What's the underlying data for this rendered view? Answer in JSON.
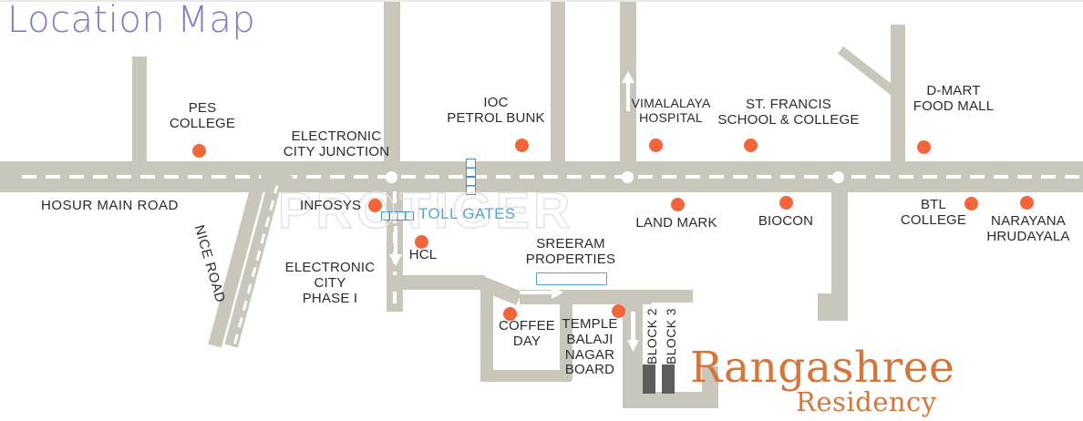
{
  "title": "Location Map",
  "watermark": "PROTIGER",
  "brand": {
    "name": "Rangashree",
    "tagline": "Residency"
  },
  "colors": {
    "title": "#7b7fc0",
    "road": "#c9c7bb",
    "marker": "#f4653c",
    "toll_blue": "#56a3d9",
    "brand_orange": "#d4763c",
    "building": "#5d5d5d",
    "watermark": "#e3e3e6"
  },
  "roads": [
    {
      "name": "hosur-main-road",
      "label": "HOSUR MAIN ROAD"
    },
    {
      "name": "nice-road",
      "label": "NICE ROAD"
    }
  ],
  "places": [
    {
      "id": "pes-college",
      "label": "PES\nCOLLEGE"
    },
    {
      "id": "electronic-city-junction",
      "label": "ELECTRONIC\nCITY JUNCTION"
    },
    {
      "id": "ioc-petrol-bunk",
      "label": "IOC\nPETROL BUNK"
    },
    {
      "id": "vimalalaya-hospital",
      "label": "VIMALALAYA\nHOSPITAL"
    },
    {
      "id": "st-francis",
      "label": "ST. FRANCIS\nSCHOOL & COLLEGE"
    },
    {
      "id": "d-mart-food-mall",
      "label": "D-MART\nFOOD MALL"
    },
    {
      "id": "infosys",
      "label": "INFOSYS"
    },
    {
      "id": "toll-gates",
      "label": "TOLL GATES"
    },
    {
      "id": "land-mark",
      "label": "LAND MARK"
    },
    {
      "id": "biocon",
      "label": "BIOCON"
    },
    {
      "id": "btl-college",
      "label": "BTL\nCOLLEGE"
    },
    {
      "id": "narayana-hrudayala",
      "label": "NARAYANA\nHRUDAYALA"
    },
    {
      "id": "hcl",
      "label": "HCL"
    },
    {
      "id": "electronic-city-phase-1",
      "label": "ELECTRONIC\nCITY\nPHASE I"
    },
    {
      "id": "sreeram-properties",
      "label": "SREERAM\nPROPERTIES"
    },
    {
      "id": "coffee-day",
      "label": "COFFEE\nDAY"
    },
    {
      "id": "temple-balaji",
      "label": "TEMPLE\nBALAJI\nNAGAR\nBOARD"
    },
    {
      "id": "block-2",
      "label": "BLOCK 2"
    },
    {
      "id": "block-3",
      "label": "BLOCK 3"
    }
  ]
}
